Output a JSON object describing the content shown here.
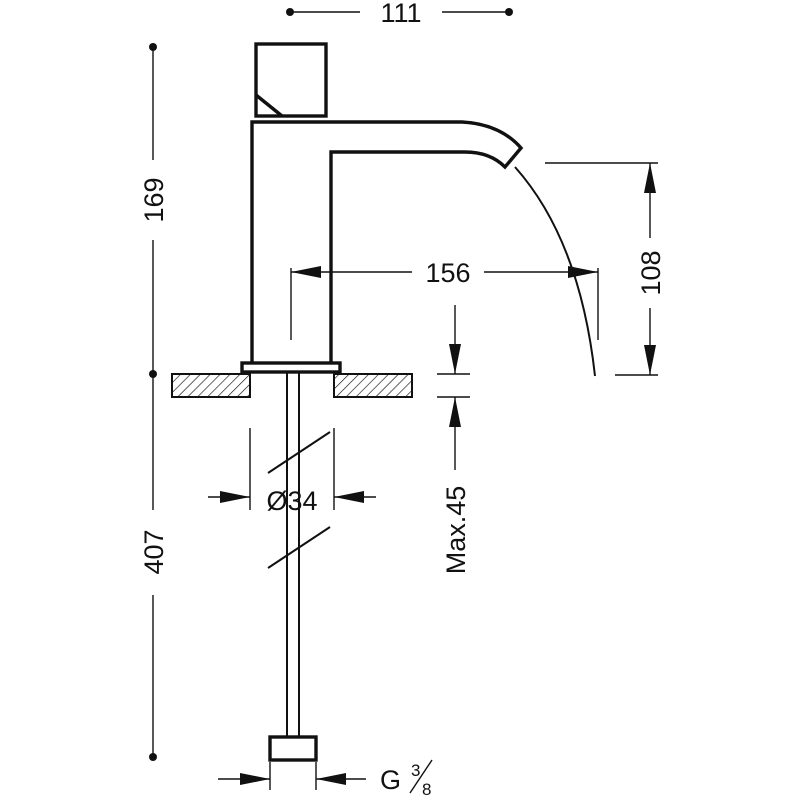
{
  "drawing": {
    "dimensions": {
      "top_width": "111",
      "upper_height": "169",
      "lower_height": "407",
      "spout_reach": "156",
      "spout_height": "108",
      "pipe_diameter": "Ø34",
      "max_thickness": "Max.45",
      "thread_prefix": "G",
      "thread_num": "3",
      "thread_den": "8"
    },
    "colors": {
      "line": "#111111",
      "background": "#ffffff"
    }
  }
}
